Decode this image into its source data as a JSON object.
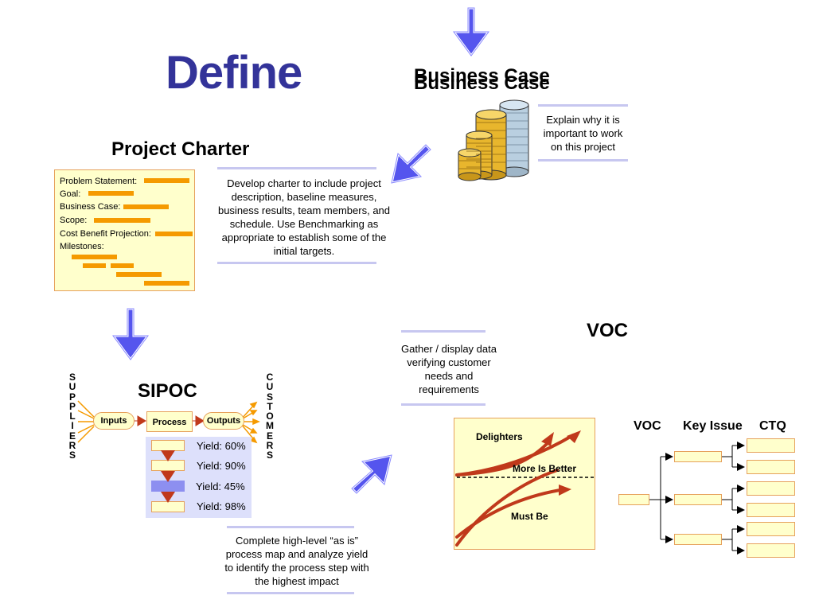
{
  "title": "Define",
  "business_case": {
    "title": "Business Case",
    "description": "Explain why it is important to work on this project",
    "icon": "coin-stacks-icon"
  },
  "project_charter": {
    "title": "Project Charter",
    "fields": [
      "Problem Statement:",
      "Goal:",
      "Business Case:",
      "Scope:",
      "Cost Benefit Projection:",
      "Milestones:"
    ],
    "description": "Develop charter to include project description, baseline measures, business results, team members, and schedule. Use Benchmarking as appropriate to establish some of the initial targets."
  },
  "sipoc": {
    "title": "SIPOC",
    "suppliers_letters": [
      "S",
      "U",
      "P",
      "P",
      "L",
      "I",
      "E",
      "R",
      "S"
    ],
    "customers_letters": [
      "C",
      "U",
      "S",
      "T",
      "O",
      "M",
      "E",
      "R",
      "S"
    ],
    "inputs": "Inputs",
    "process": "Process",
    "outputs": "Outputs",
    "yields": [
      "Yield: 60%",
      "Yield: 90%",
      "Yield: 45%",
      "Yield: 98%"
    ],
    "description": "Complete high-level “as is” process map and analyze yield to identify the process step with the highest impact"
  },
  "voc": {
    "title": "VOC",
    "description": "Gather / display data verifying customer needs and requirements",
    "kano": {
      "delighters": "Delighters",
      "more_is_better": "More Is Better",
      "must_be": "Must Be"
    },
    "tree_headers": [
      "VOC",
      "Key Issue",
      "CTQ"
    ]
  },
  "colors": {
    "title": "#333399",
    "arrow": "#5555ee",
    "orange": "#f59a00",
    "box_fill": "#ffffcc",
    "rule": "#c7c7f0",
    "dark_red": "#c0391b"
  }
}
